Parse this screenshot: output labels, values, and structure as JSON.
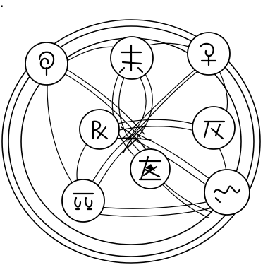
{
  "diagram": {
    "type": "rune-circle",
    "rings": 3,
    "seals": [
      {
        "id": "top-left",
        "glyph": "swirl-sigil"
      },
      {
        "id": "top-center",
        "glyph": "cross-sigil"
      },
      {
        "id": "top-right",
        "glyph": "hook-sigil"
      },
      {
        "id": "right",
        "glyph": "branch-sigil"
      },
      {
        "id": "bottom-right",
        "glyph": "ribbon-sigil"
      },
      {
        "id": "bottom-left",
        "glyph": "twin-sigil"
      },
      {
        "id": "inner-upper",
        "glyph": "rx-sigil"
      },
      {
        "id": "inner-lower",
        "glyph": "star-sigil"
      }
    ]
  }
}
